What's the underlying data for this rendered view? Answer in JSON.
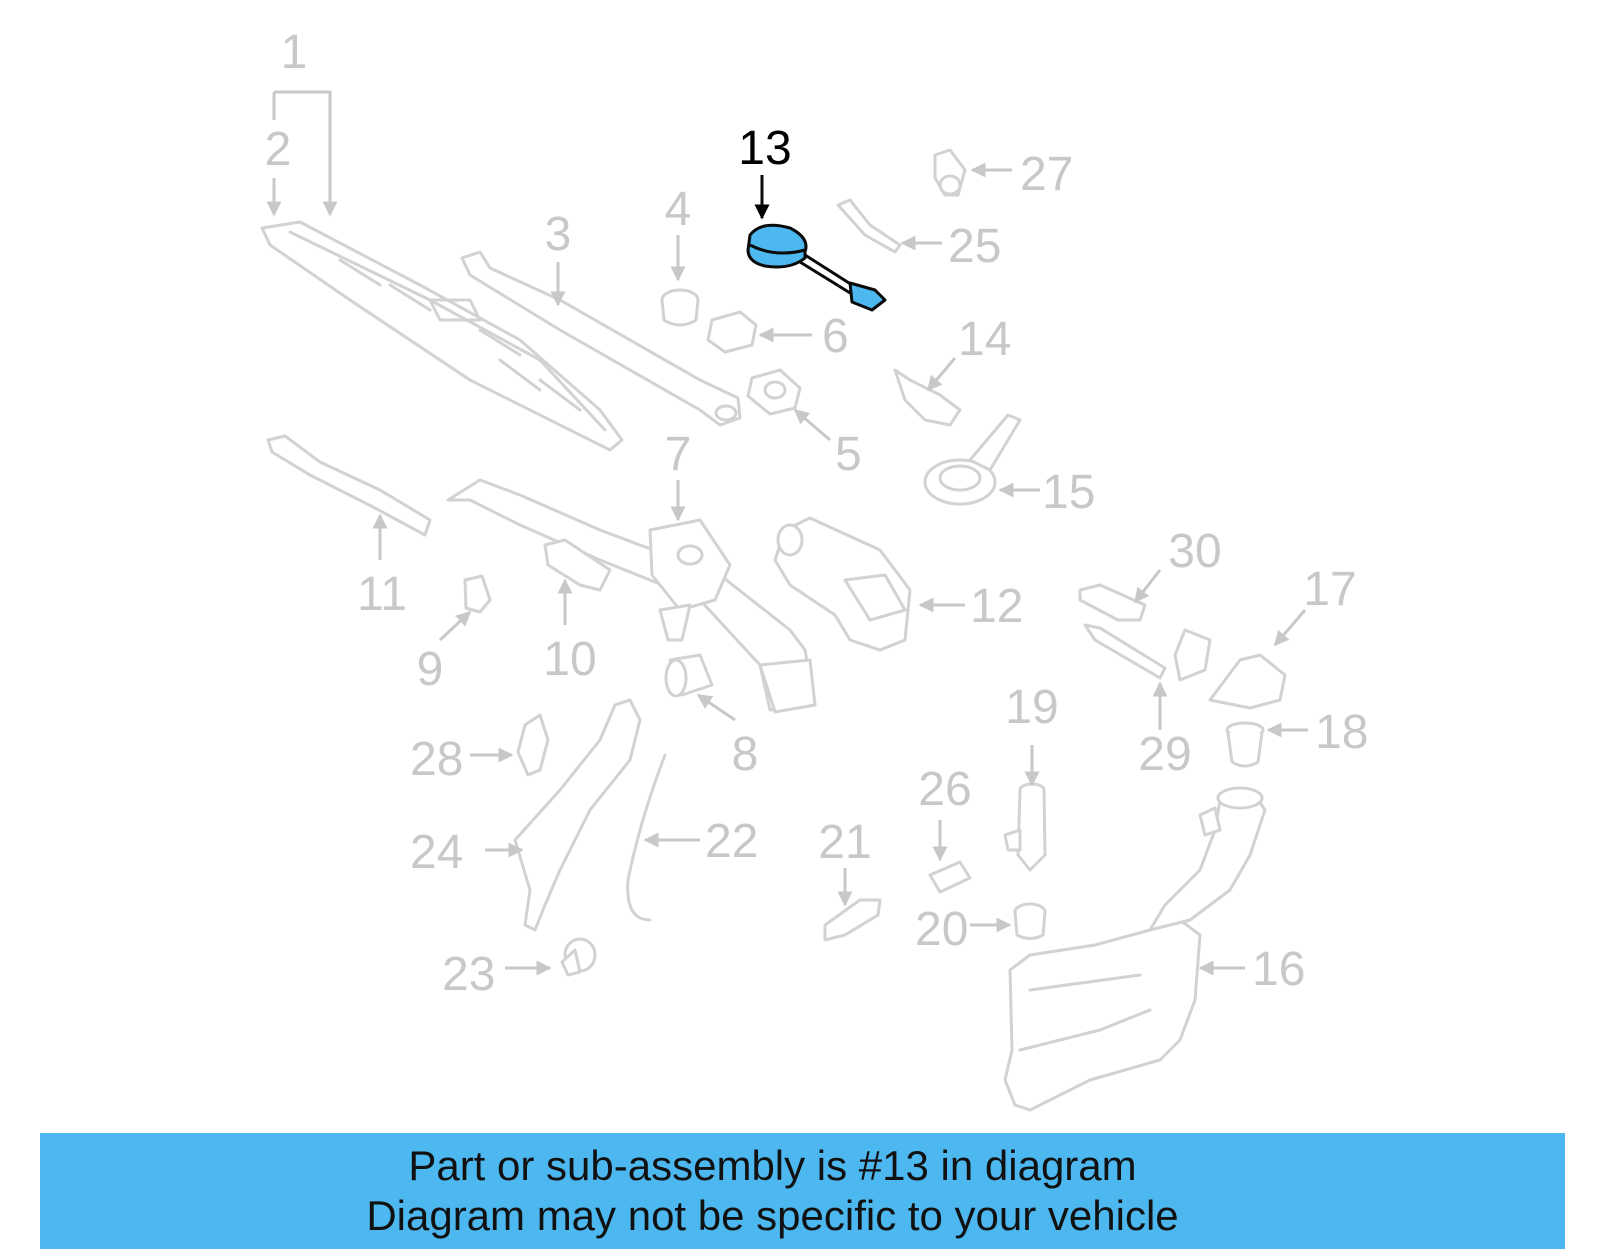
{
  "diagram": {
    "highlighted_part": "13",
    "highlight_color": "#4db8f0",
    "callout_color": "#c8c8c8",
    "labels": {
      "l1": "1",
      "l2": "2",
      "l3": "3",
      "l4": "4",
      "l5": "5",
      "l6": "6",
      "l7": "7",
      "l8": "8",
      "l9": "9",
      "l10": "10",
      "l11": "11",
      "l12": "12",
      "l13": "13",
      "l14": "14",
      "l15": "15",
      "l16": "16",
      "l17": "17",
      "l18": "18",
      "l19": "19",
      "l20": "20",
      "l21": "21",
      "l22": "22",
      "l23": "23",
      "l24": "24",
      "l25": "25",
      "l26": "26",
      "l27": "27",
      "l28": "28",
      "l29": "29",
      "l30": "30"
    }
  },
  "banner": {
    "background": "#4db8f0",
    "line1": "Part or sub-assembly is #13 in diagram",
    "line2": "Diagram may not be specific to your vehicle"
  }
}
